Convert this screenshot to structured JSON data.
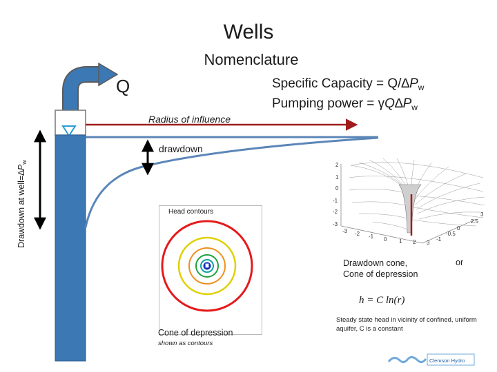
{
  "slide": {
    "title": "Wells",
    "subtitle": "Nomenclature",
    "q_label": "Q",
    "specific_capacity": {
      "prefix": "Specific Capacity = Q/",
      "delta": "∆",
      "var": "P",
      "sub": "w"
    },
    "pumping_power": {
      "prefix": "Pumping power = ",
      "gamma": "γ",
      "q": "Q",
      "delta": "∆",
      "var": "P",
      "sub": "w"
    },
    "radius_label": "Radius of influence",
    "drawdown_label": "drawdown",
    "well_drawdown_label": {
      "text": "Drawdown at well=",
      "delta": "∆",
      "var": "P",
      "sub": "w"
    },
    "contours_title": "Head contours",
    "cone_caption": "Cone of depression",
    "cone_sub": "shown as contours",
    "cone_description": "Drawdown cone,\nCone of depression",
    "or_word": "or",
    "formula": "h = C ln(r)",
    "steady_state_text": "Steady state head in vicinity of confined, uniform aquifer, C is a constant",
    "logo_text": "Clemson Hydro"
  },
  "plot3d": {
    "z_ticks": [
      "2",
      "1",
      "0",
      "-1",
      "-2",
      "-3"
    ],
    "x_ticks": [
      "-3",
      "-2",
      "-1",
      "0",
      "1",
      "2",
      "3"
    ],
    "y_ticks": [
      "3",
      "2.5",
      "0",
      "-0.5",
      "-1"
    ]
  },
  "colors": {
    "well_blue": "#3c78b4",
    "arrow_red": "#a01c1c",
    "water_line": "#5b86b8",
    "contour_red": "#e41a1c",
    "contour_yellow": "#e0d000",
    "contour_orange": "#f09020",
    "contour_green": "#20a040",
    "contour_teal": "#10a0a0",
    "contour_blue": "#1030c0"
  }
}
